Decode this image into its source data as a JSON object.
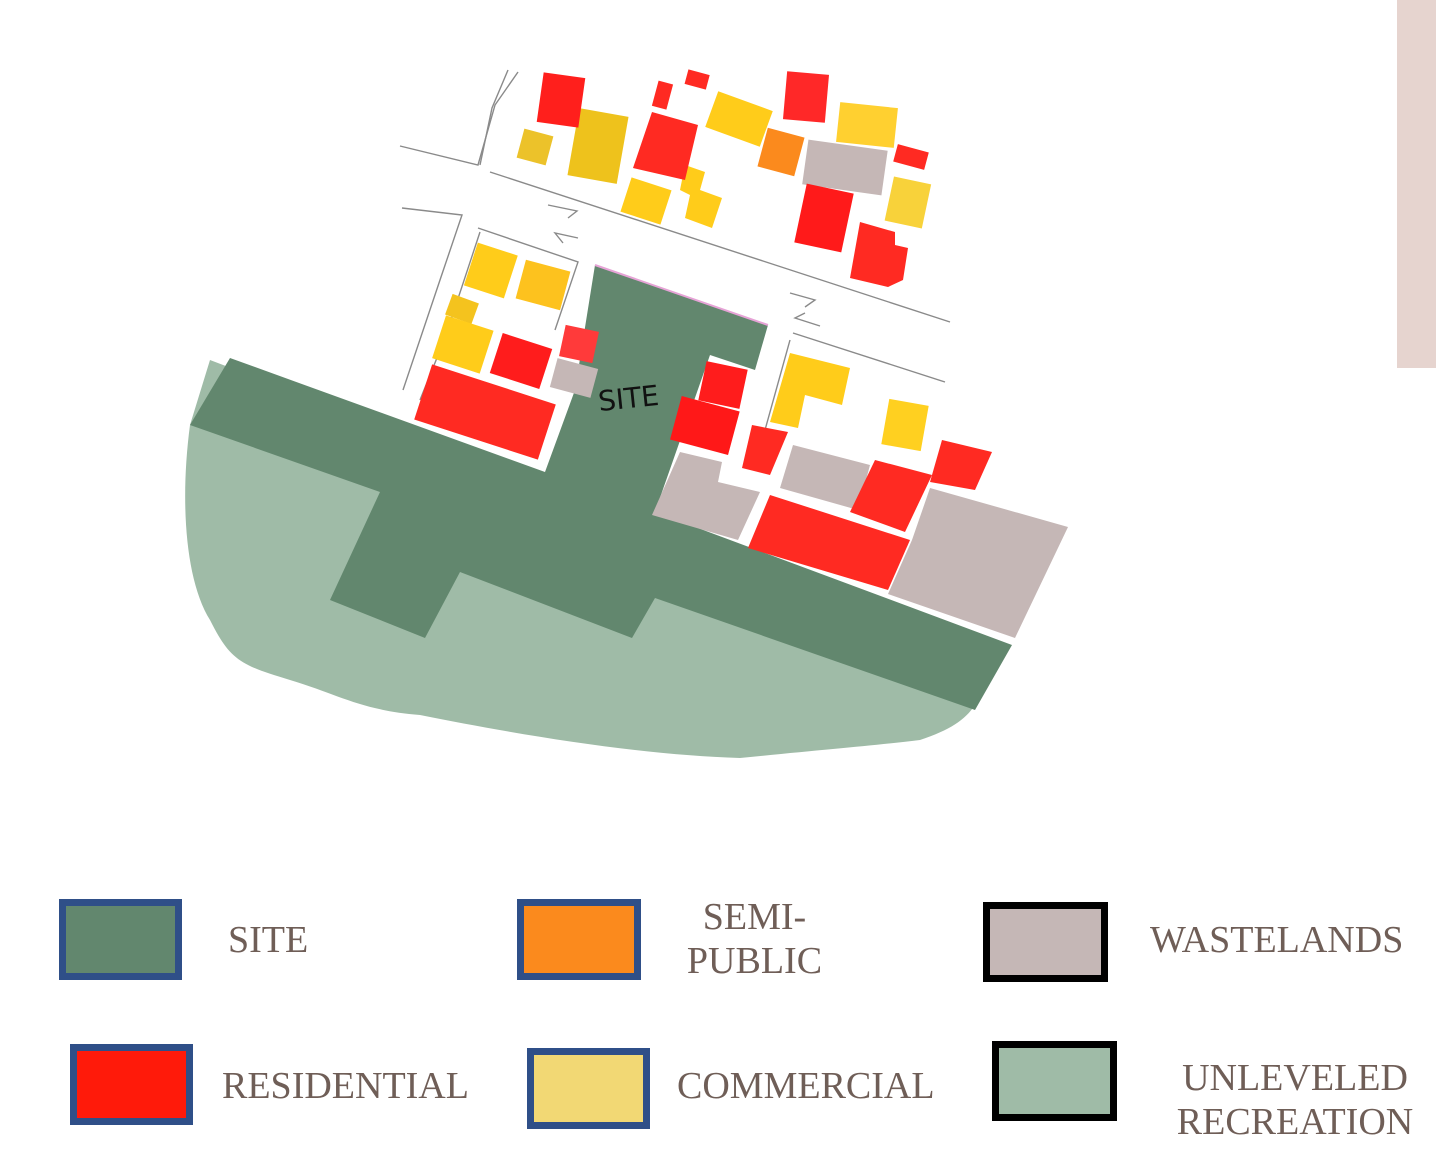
{
  "map": {
    "site_label": "SITE"
  },
  "colors": {
    "site": "#62876e",
    "semi_public": "#fb8a1d",
    "wastelands": "#c5b7b6",
    "residential": "#ff1a0a",
    "commercial": "#f2d874",
    "unleveled_recreation": "#9fbba7",
    "residential_map": "#ff2a22",
    "commercial_map": "#ffcc1a",
    "swatch_border_blue": "#2f4f88",
    "swatch_border_black": "#000000",
    "legend_text": "#6f5e57",
    "side_strip": "#e6d4cf"
  },
  "legend": {
    "site": "SITE",
    "semi_public": "SEMI-\nPUBLIC",
    "wastelands": "WASTELANDS",
    "residential": "RESIDENTIAL",
    "commercial": "COMMERCIAL",
    "unleveled_recreation": "UNLEVELED\nRECREATION"
  }
}
